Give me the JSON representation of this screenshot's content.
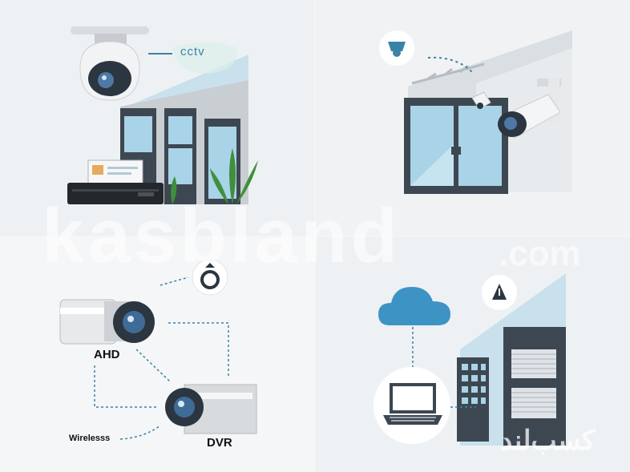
{
  "panel1": {
    "cctv_bubble": "cctv"
  },
  "panel3": {
    "ahd": "AHD",
    "wireless": "Wirelesss",
    "dvr": "DVR"
  },
  "watermark": {
    "main": "kasbland",
    "domain": ".com",
    "persian": "کسب‌لند"
  },
  "colors": {
    "accent_blue": "#3a83a7",
    "glass_blue": "#a9d3e6",
    "frame_dark": "#3d4752",
    "cloud_blue": "#3e93c5",
    "plant_green": "#3f8f3c"
  },
  "icons": [
    "dome-camera-icon",
    "bullet-camera-icon",
    "dvr-recorder-icon",
    "cloud-icon",
    "laptop-icon",
    "shield-icon",
    "alert-icon",
    "rotate-icon"
  ]
}
